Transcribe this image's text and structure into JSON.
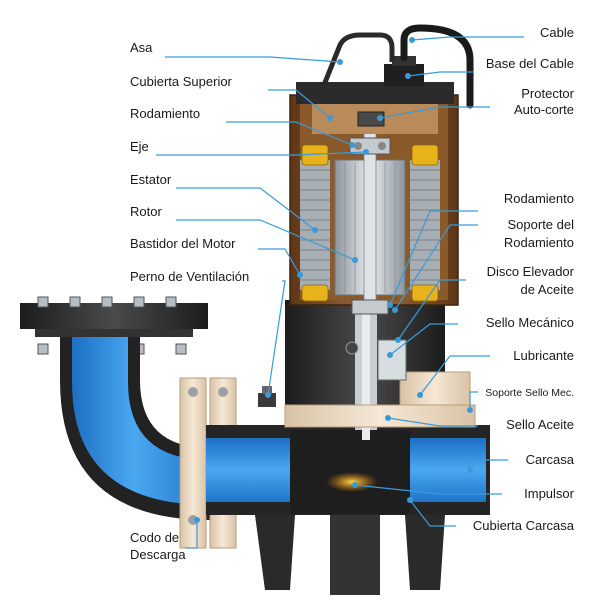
{
  "labels_left": [
    {
      "id": "asa",
      "text": "Asa"
    },
    {
      "id": "cubierta-superior",
      "text": "Cubierta Superior"
    },
    {
      "id": "rodamiento-sup",
      "text": "Rodamiento"
    },
    {
      "id": "eje",
      "text": "Eje"
    },
    {
      "id": "estator",
      "text": "Estator"
    },
    {
      "id": "rotor",
      "text": "Rotor"
    },
    {
      "id": "bastidor",
      "text": "Bastidor del Motor"
    },
    {
      "id": "perno",
      "text": "Perno de Ventilación"
    },
    {
      "id": "codo-1",
      "text": "Codo de"
    },
    {
      "id": "codo-2",
      "text": "Descarga"
    }
  ],
  "labels_right": [
    {
      "id": "cable",
      "text": "Cable"
    },
    {
      "id": "base-cable",
      "text": "Base del Cable"
    },
    {
      "id": "protector-1",
      "text": "Protector"
    },
    {
      "id": "protector-2",
      "text": "Auto-corte"
    },
    {
      "id": "rodamiento-inf",
      "text": "Rodamiento"
    },
    {
      "id": "soporte-1",
      "text": "Soporte del"
    },
    {
      "id": "soporte-2",
      "text": "Rodamiento"
    },
    {
      "id": "disco-1",
      "text": "Disco Elevador"
    },
    {
      "id": "disco-2",
      "text": "de Aceite"
    },
    {
      "id": "sello-mecanico",
      "text": "Sello Mecánico"
    },
    {
      "id": "lubricante",
      "text": "Lubricante"
    },
    {
      "id": "soporte-sello",
      "text": "Soporte Sello Mec."
    },
    {
      "id": "sello-aceite",
      "text": "Sello Aceite"
    },
    {
      "id": "carcasa",
      "text": "Carcasa"
    },
    {
      "id": "impulsor",
      "text": "Impulsor"
    },
    {
      "id": "cubierta-carcasa",
      "text": "Cubierta Carcasa"
    }
  ],
  "colors": {
    "leader": "#3a9ad9",
    "pipe_blue": "#2f8fe0",
    "casing_dark": "#2b2b2b",
    "flange_beige": "#efdcc4",
    "motor_brown": "#7a4a22",
    "stator_steel": "#9aa3ab",
    "winding_yellow": "#e8b21a"
  }
}
